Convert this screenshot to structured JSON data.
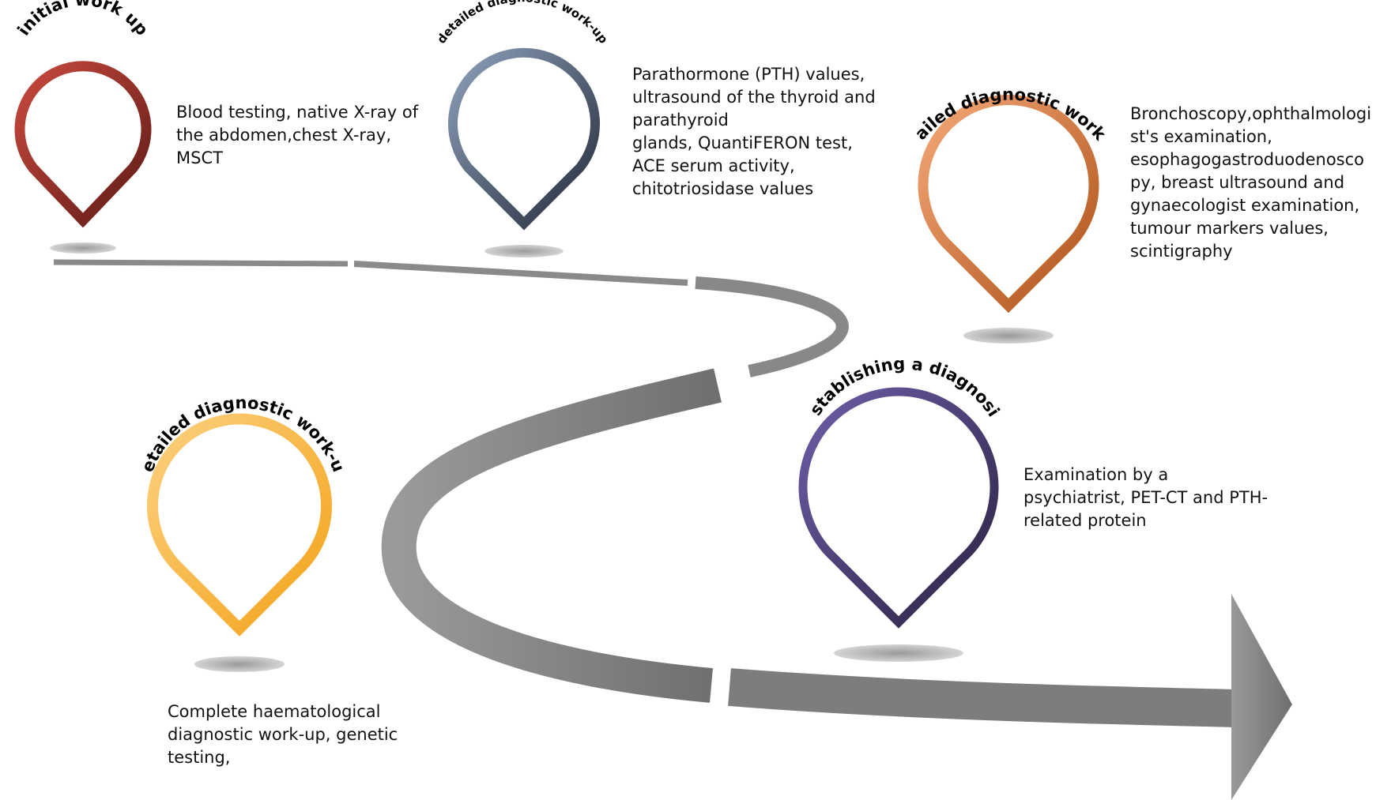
{
  "colors": {
    "road": "#8c8c8c",
    "shadow": "#b5b5b5",
    "marker_red": [
      "#c2443a",
      "#6b1f1b"
    ],
    "marker_slate": [
      "#8a9bb4",
      "#2b3442"
    ],
    "marker_orange": [
      "#f0a070",
      "#b35a1e"
    ],
    "marker_yellow": [
      "#fbc86a",
      "#f4a81f"
    ],
    "marker_purple": [
      "#6a5aa0",
      "#2f2648"
    ]
  },
  "steps": [
    {
      "title": "initial work up",
      "description": "Blood testing, native X-ray of\nthe abdomen,chest X-ray,\nMSCT",
      "icon": "location-pin-icon"
    },
    {
      "title": "detailed diagnostic work-up",
      "description": "Parathormone (PTH) values,\nultrasound of the thyroid and\nparathyroid\nglands, QuantiFERON test,\nACE serum activity,\nchitotriosidase values",
      "icon": "location-pin-icon"
    },
    {
      "title": "detailed diagnostic work-up",
      "description": "Bronchoscopy,ophthalmologi\nst's examination,\nesophagogastroduodenosco\npy, breast ultrasound and\ngynaecologist examination,\ntumour markers values,\nscintigraphy",
      "icon": "location-pin-icon"
    },
    {
      "title": "detailed diagnostic work-up",
      "description": "Complete haematological\ndiagnostic work-up, genetic\ntesting,",
      "icon": "location-pin-icon"
    },
    {
      "title": "establishing a diagnosis",
      "description": "Examination by a\npsychiatrist, PET-CT and PTH-\nrelated protein",
      "icon": "location-pin-icon"
    }
  ]
}
